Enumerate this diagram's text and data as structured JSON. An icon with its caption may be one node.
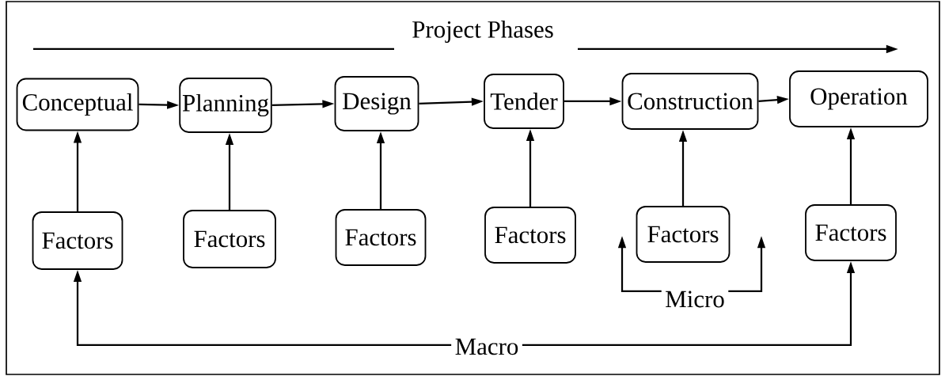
{
  "diagram": {
    "nodes": [
      {
        "text": [
          "Conceptual"
        ]
      },
      {
        "text": [
          "Planning"
        ]
      },
      {
        "text": [
          "Design"
        ]
      },
      {
        "text": [
          "Tender"
        ]
      },
      {
        "text": [
          "Construction"
        ]
      },
      {
        "text": [
          "Operation"
        ]
      },
      {
        "text": [
          "Factors"
        ]
      },
      {
        "text": [
          "Factors"
        ]
      },
      {
        "text": [
          "Factors"
        ]
      },
      {
        "text": [
          "Factors"
        ]
      },
      {
        "text": [
          "Factors"
        ]
      },
      {
        "text": [
          "Factors"
        ]
      },
      {
        "text": [
          "Macro"
        ]
      },
      {
        "text": [
          "Micro"
        ]
      }
    ],
    "edges": [
      {
        "from": 0,
        "to": 1,
        "arrow": "to"
      },
      {
        "from": 1,
        "to": 2,
        "arrow": "to"
      },
      {
        "from": 2,
        "to": 3,
        "arrow": "to"
      },
      {
        "from": 3,
        "to": 4,
        "arrow": "to"
      },
      {
        "from": 4,
        "to": 5,
        "arrow": "to"
      },
      {
        "from": 6,
        "to": 0,
        "arrow": "to"
      },
      {
        "from": 7,
        "to": 1,
        "arrow": "to"
      },
      {
        "from": 8,
        "to": 2,
        "arrow": "to"
      },
      {
        "from": 9,
        "to": 3,
        "arrow": "to"
      },
      {
        "from": 10,
        "to": 4,
        "arrow": "to"
      },
      {
        "from": 11,
        "to": 5,
        "arrow": "to"
      },
      {
        "from": 12,
        "to": 6,
        "arrow": "to"
      },
      {
        "from": 12,
        "to": 11,
        "arrow": "to"
      },
      {
        "from": 13,
        "to": null,
        "arrow": "to"
      },
      {
        "from": 13,
        "to": null,
        "arrow": "to"
      }
    ],
    "labels": [
      "Project Phases"
    ]
  }
}
